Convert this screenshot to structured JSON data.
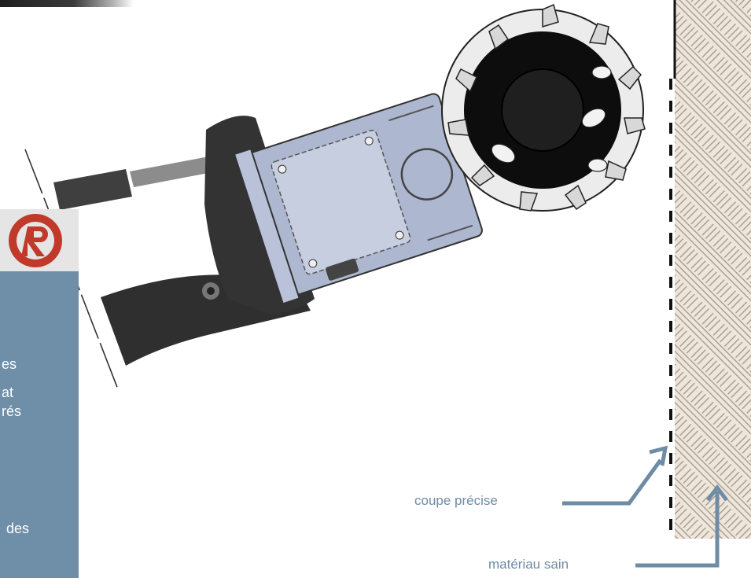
{
  "panel": {
    "lines": [
      "es",
      "at",
      "rés",
      "des"
    ]
  },
  "labels": {
    "precise_cut": "coupe précise",
    "sound_material": "matériau sain"
  },
  "colors": {
    "panel_blue": "#6f8ea8",
    "callout_blue": "#6e8ca6",
    "logo_red": "#c0392b",
    "machine_body": "#adb7d0",
    "hatch_bg": "#efe6da"
  },
  "icons": [
    "logo-r-icon"
  ]
}
